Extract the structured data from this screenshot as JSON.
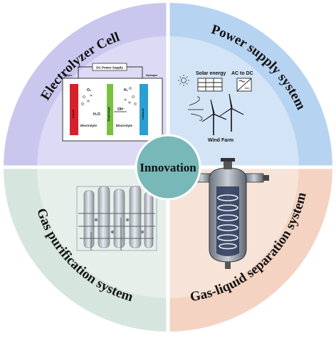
{
  "center": {
    "label": "Innovation"
  },
  "quadrants": [
    {
      "id": "electrolyzer",
      "label": "Electrolyzer Cell",
      "outer_color": "#c9c7ee",
      "inner_color": "#dcdaf4"
    },
    {
      "id": "power",
      "label": "Power supply system",
      "outer_color": "#b6d3f1",
      "inner_color": "#d3e4f6"
    },
    {
      "id": "gasliquid",
      "label": "Gas-liquid separation system",
      "outer_color": "#f4d3c3",
      "inner_color": "#f7e3d8"
    },
    {
      "id": "purification",
      "label": "Gas purification system",
      "outer_color": "#d6e5dd",
      "inner_color": "#e6efea"
    }
  ],
  "electrolyzer_diagram": {
    "power_supply": "DC Power Supply",
    "left_gas": "O₂",
    "right_gas": "H₂",
    "membrane": "Diaphragm",
    "water": "H₂O",
    "ion": "OH⁻",
    "left_electrolyte": "Electrolyte",
    "right_electrolyte": "Electrolyte",
    "anode": "Anode",
    "cathode": "Cathode",
    "oxygen_out": "Oxygen",
    "hydrogen_out": "Hydrogen"
  },
  "power_diagram": {
    "solar_label": "Solar energy",
    "converter_label": "AC to DC",
    "wind_label": "Wind Farm"
  },
  "colors": {
    "center_fill": "#78b8b8",
    "divider": "#ffffff",
    "anode_red": "#d8202a",
    "membrane_green": "#7ac143",
    "cathode_blue": "#2a9fd6"
  },
  "icons": {
    "sun": "sun-icon",
    "solar_panel": "solar-panel-icon",
    "converter": "ac-dc-converter-icon",
    "wind": "wind-icon",
    "turbine": "wind-turbine-icon",
    "separator": "gas-liquid-separator-icon",
    "purifier": "gas-purifier-towers-icon"
  }
}
